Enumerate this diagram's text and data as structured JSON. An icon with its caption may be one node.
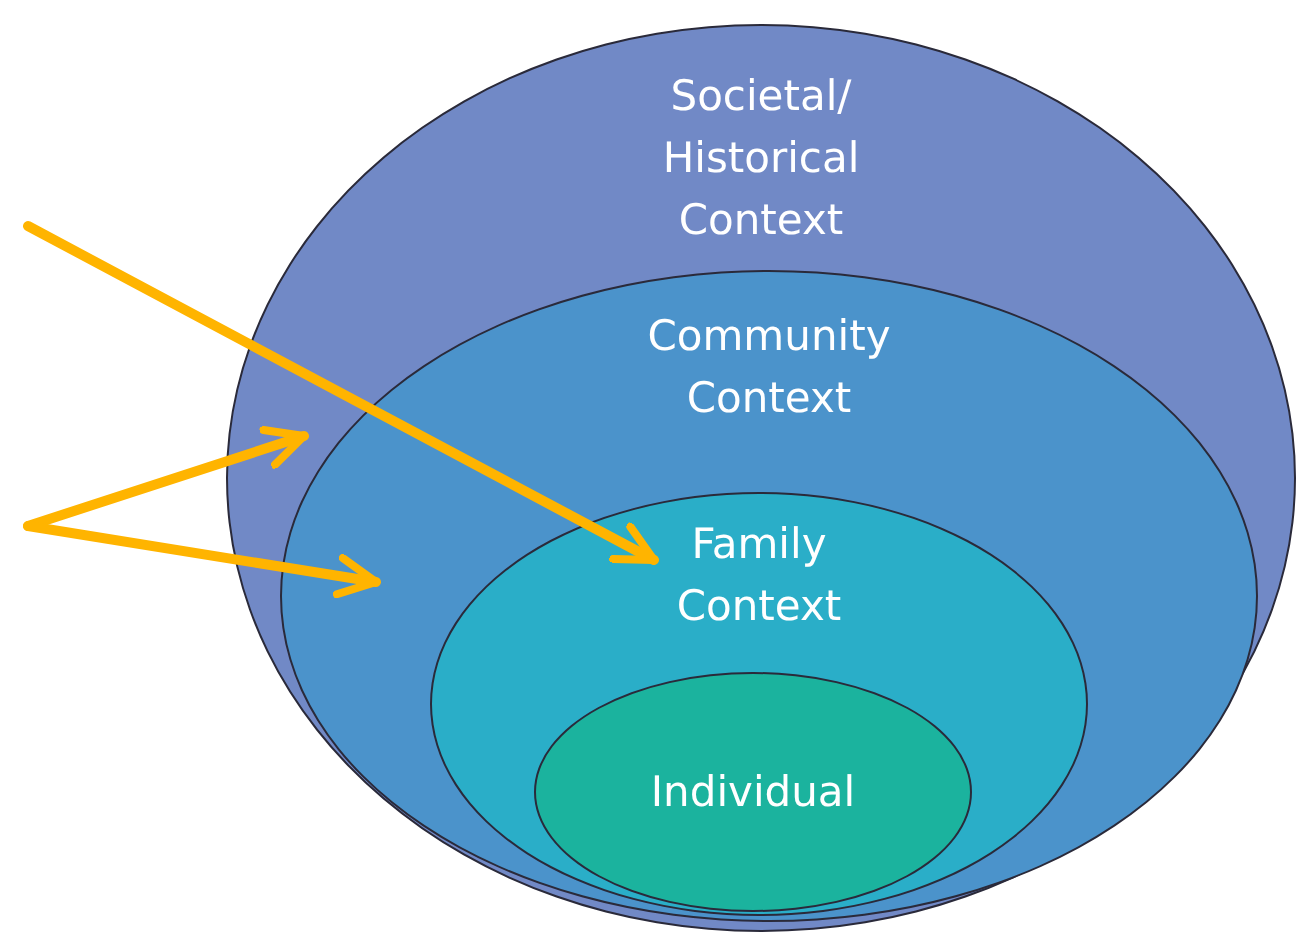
{
  "diagram": {
    "nodes": [
      {
        "text": [
          "Societal/ Historical Context"
        ]
      },
      {
        "text": [
          "Community Context"
        ],
        "in": 0
      },
      {
        "text": [
          "Family Context"
        ],
        "in": 1
      },
      {
        "text": [
          "Individual"
        ],
        "in": 2
      }
    ],
    "edges": [
      {
        "from": null,
        "to": 2,
        "arrow": "to"
      },
      {
        "from": null,
        "to": 0,
        "arrow": "to"
      },
      {
        "from": null,
        "to": 1,
        "arrow": "to"
      }
    ]
  }
}
